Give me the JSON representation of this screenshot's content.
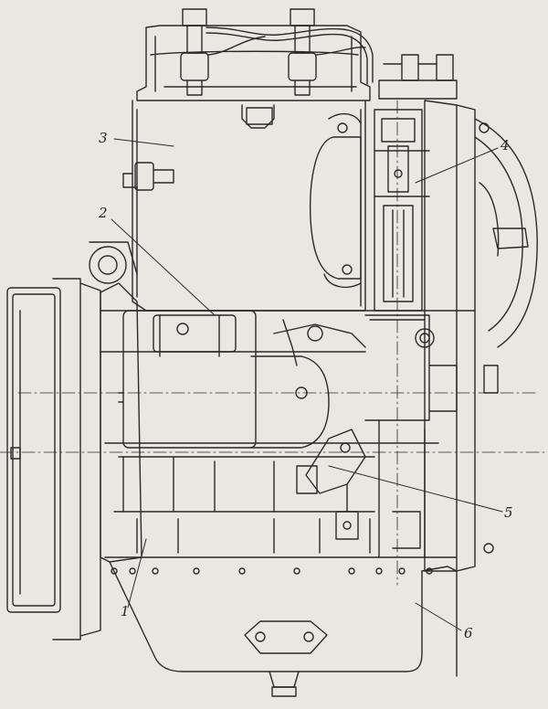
{
  "callouts": [
    {
      "id": "1",
      "label": "1"
    },
    {
      "id": "2",
      "label": "2"
    },
    {
      "id": "3",
      "label": "3"
    },
    {
      "id": "4",
      "label": "4"
    },
    {
      "id": "5",
      "label": "5"
    },
    {
      "id": "6",
      "label": "6"
    }
  ],
  "colors": {
    "paper": "#e9e7e1",
    "ink": "#2a2a2a"
  }
}
